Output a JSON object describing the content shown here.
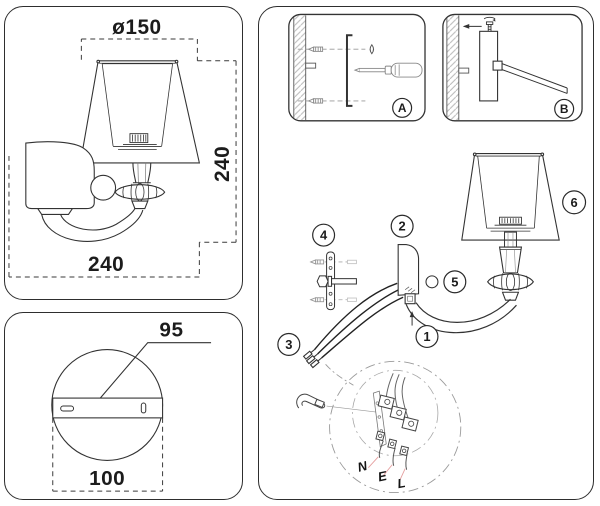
{
  "side_view": {
    "shade_diameter": "ø150",
    "height": "240",
    "depth": "240"
  },
  "backplate": {
    "bracket_width": "95",
    "plate_diameter": "100"
  },
  "steps": {
    "a": "A",
    "b": "B"
  },
  "parts": {
    "p1": "1",
    "p2": "2",
    "p3": "3",
    "p4": "4",
    "p5": "5",
    "p6": "6"
  },
  "wires": {
    "neutral": "N",
    "earth": "E",
    "live": "L"
  },
  "colors": {
    "line": "#333333",
    "light_line": "#999999",
    "wire_leader": "#e59f9f",
    "background": "#ffffff"
  }
}
